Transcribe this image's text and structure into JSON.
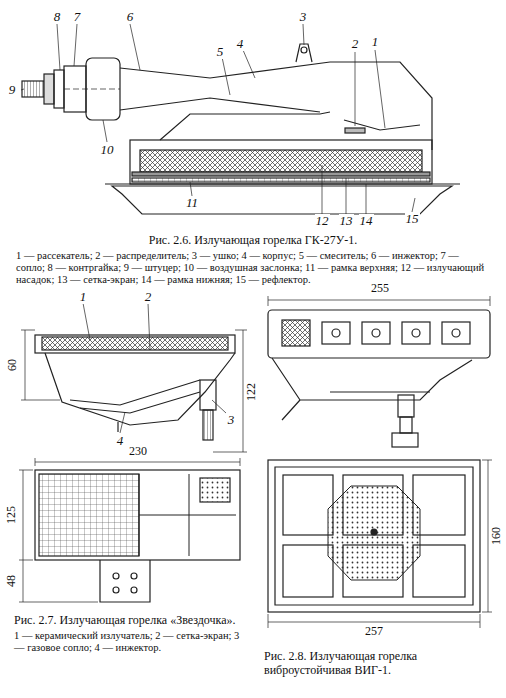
{
  "diagram": {
    "labels": [
      "8",
      "7",
      "6",
      "5",
      "4",
      "3",
      "2",
      "1",
      "9",
      "10",
      "11",
      "12",
      "13",
      "14",
      "15",
      "Рис. 2.6. Излучающая горелка ГК-27У-1.",
      "1 — рассекатель; 2 — распределитель; 3 — ушко; 4 — корпус; 5 — смеситель; 6 — инжектор; 7 — сопло; 8 — контргайка; 9 — штуцер; 10 — воздушная заслонка; 11 — рамка верхняя; 12 — излучающий насадок; 13 — сетка-экран; 14 — рамка нижняя; 15 — рефлектор.",
      "60",
      "122",
      "1",
      "2",
      "3",
      "4",
      "230",
      "125",
      "48",
      "Рис. 2.7. Излучающая горелка «Звездочка».",
      "1 — керамический излучатель; 2 — сетка-экран; 3 — газовое сопло; 4 — инжектор.",
      "255",
      "160",
      "257",
      "Рис. 2.8. Излучающая горелка виброустойчивая ВИГ-1."
    ]
  }
}
